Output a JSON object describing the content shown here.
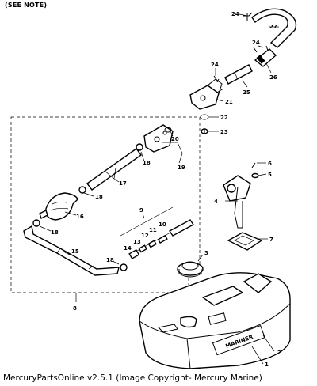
{
  "header": {
    "note": "(SEE NOTE)"
  },
  "footer": {
    "copyright": "MercuryPartsOnline v2.5.1 (Image Copyright- Mercury Marine)"
  },
  "tank": {
    "brand": "MARINER"
  },
  "callouts": [
    "1",
    "2",
    "3",
    "4",
    "5",
    "6",
    "7",
    "8",
    "9",
    "10",
    "11",
    "12",
    "13",
    "14",
    "15",
    "16",
    "17",
    "18",
    "18",
    "18",
    "18",
    "19",
    "20",
    "21",
    "22",
    "23",
    "24",
    "24",
    "24",
    "25",
    "26",
    "27"
  ]
}
